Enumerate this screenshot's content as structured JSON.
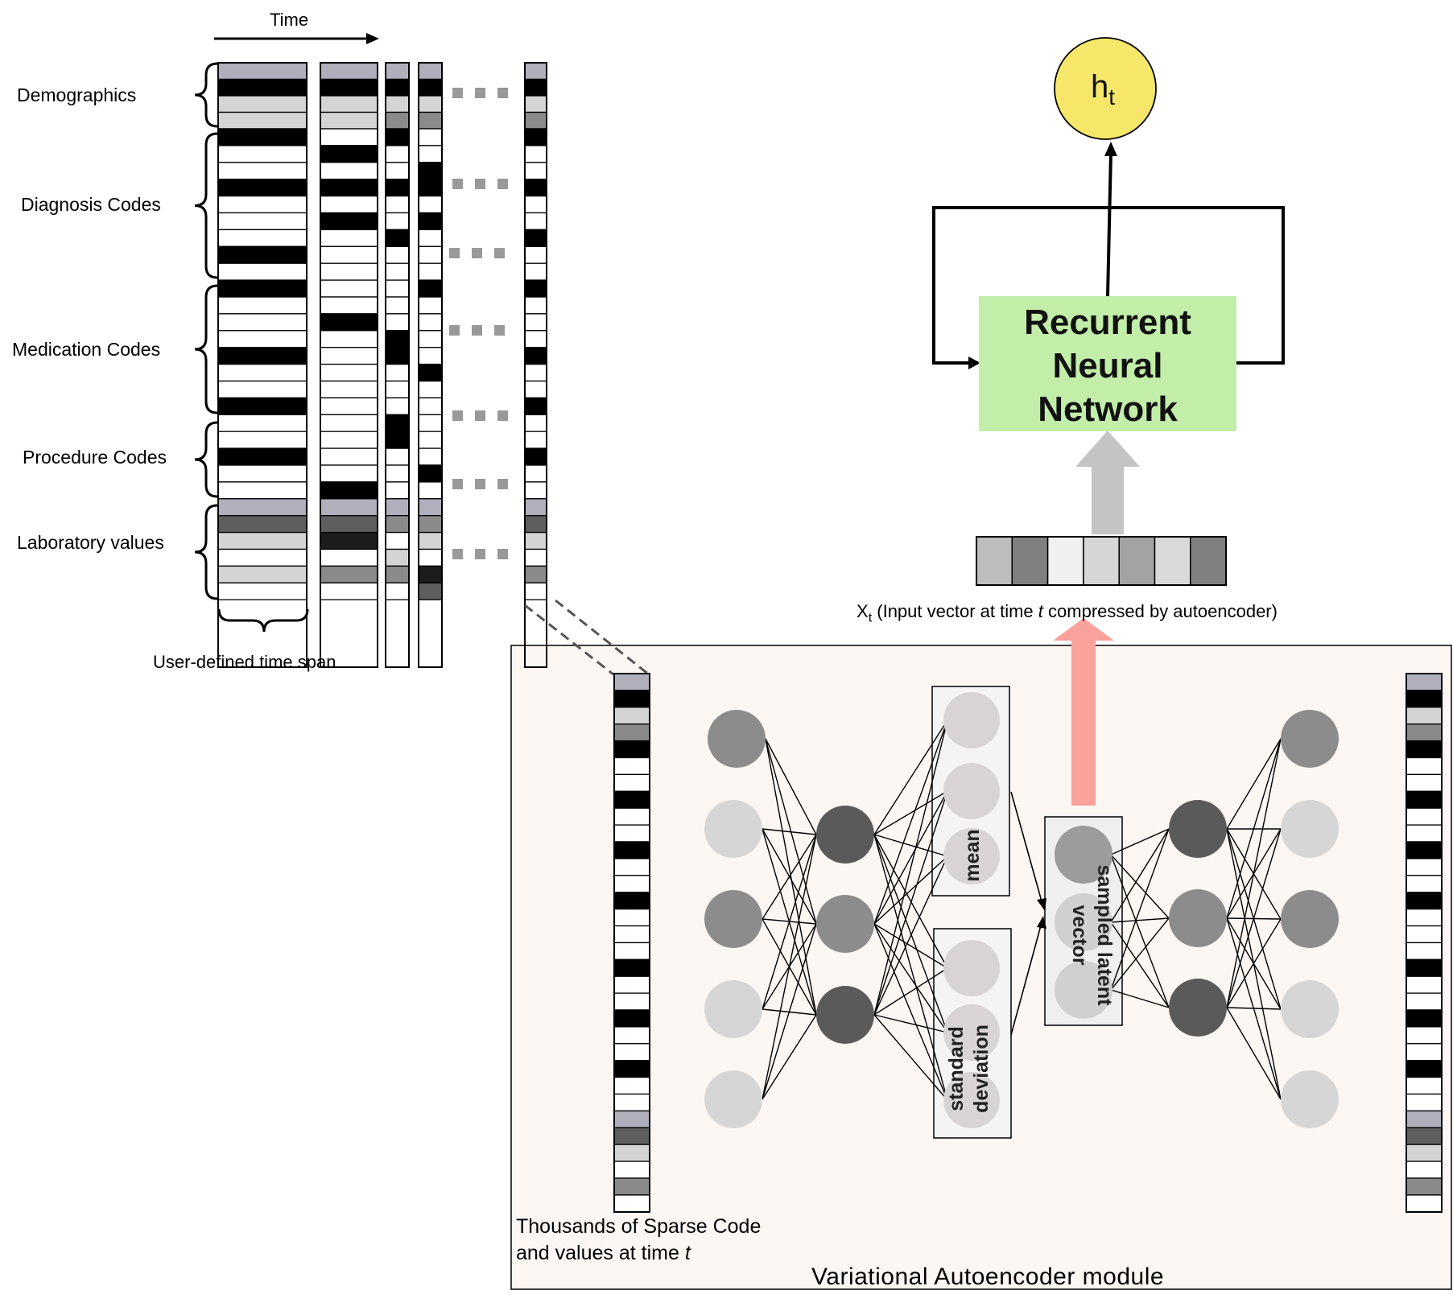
{
  "diagram": {
    "time_label": "Time",
    "categories": [
      "Demographics",
      "Diagnosis Codes",
      "Medication Codes",
      "Procedure Codes",
      "Laboratory values"
    ],
    "timespan_label": "User-defined time span",
    "rnn_label": [
      "Recurrent",
      "Neural",
      "Network"
    ],
    "output_label": "h",
    "output_subscript": "t",
    "input_vector_label": {
      "symbol": "X",
      "subscript": "t",
      "text_before": " (Input vector at time ",
      "italic": "t",
      "text_after": " compressed by autoencoder)"
    },
    "sparse_label_line1": "Thousands of Sparse Code",
    "sparse_label_line2": "and values at time ",
    "sparse_label_italic": "t",
    "vae_title": "Variational  Autoencoder  module",
    "mean_label": "mean",
    "std_label": [
      "standard",
      "deviation"
    ],
    "latent_label": [
      "sampled latent",
      "vector"
    ],
    "colors": {
      "rnn_fill": "#c2eeaa",
      "output_node": "#f6e76b",
      "vae_background": "#fdf7f4",
      "compress_arrow": "#f8a29b",
      "input_arrow": "#c4c4c4",
      "dots": "#999999"
    },
    "compressed_vector_shades": [
      "#bdbdbd",
      "#808080",
      "#f0f0f0",
      "#d6d6d6",
      "#a3a3a3",
      "#d9d9d9",
      "#808080"
    ]
  }
}
